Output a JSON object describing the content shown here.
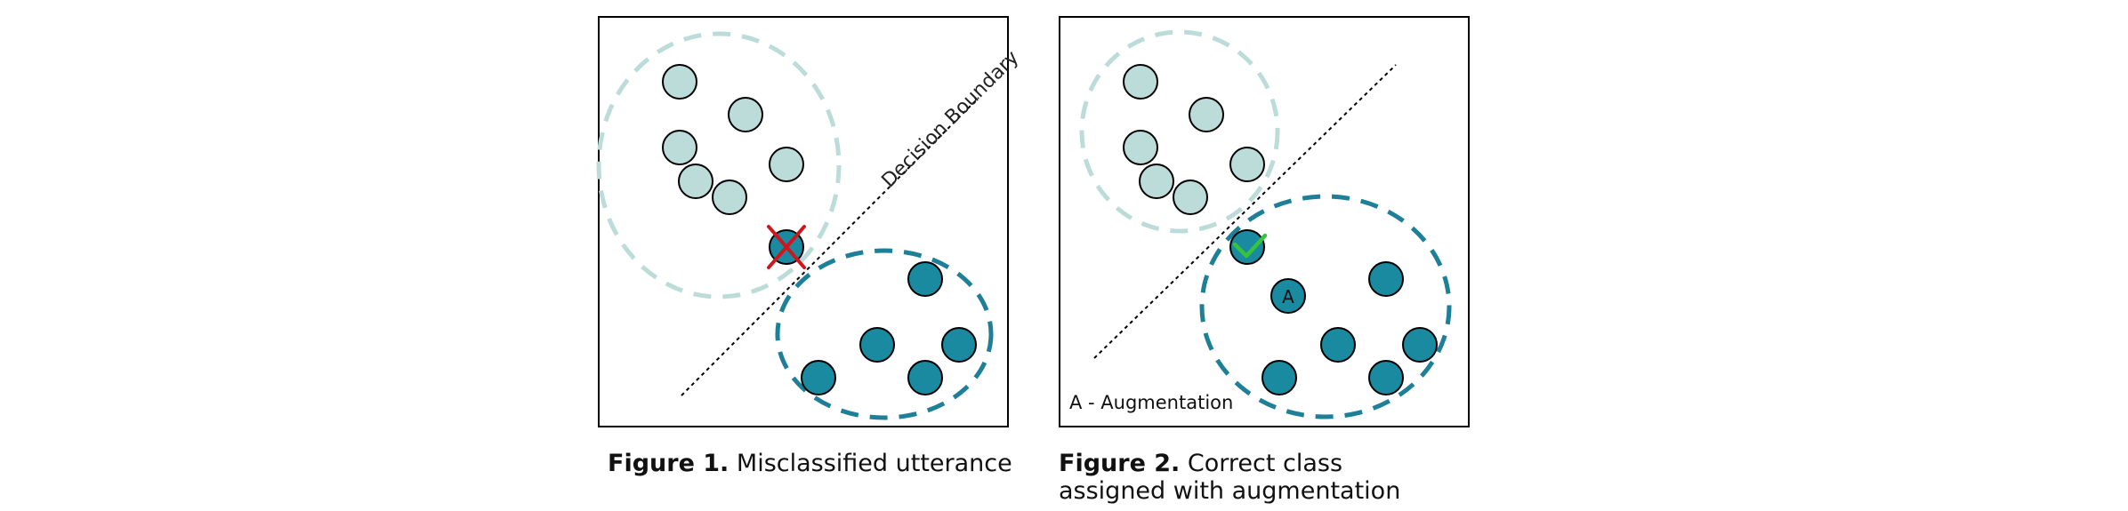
{
  "colors": {
    "light_fill": "#bcdcda",
    "light_ring": "#bcdcda",
    "dark_fill": "#1a8aa1",
    "dark_ring": "#1d7f98",
    "cross": "#d0161d",
    "check": "#36c43c",
    "outline": "#000000"
  },
  "figure1": {
    "boundary_label": "Decision Boundary",
    "caption_bold": "Figure 1.",
    "caption_text": " Misclassified utterance",
    "misclassified_marker": "cross-icon"
  },
  "figure2": {
    "point_label": "A",
    "legend": "A - Augmentation",
    "caption_bold": "Figure 2.",
    "caption_text": " Correct class assigned with augmentation",
    "correct_marker": "check-icon"
  }
}
